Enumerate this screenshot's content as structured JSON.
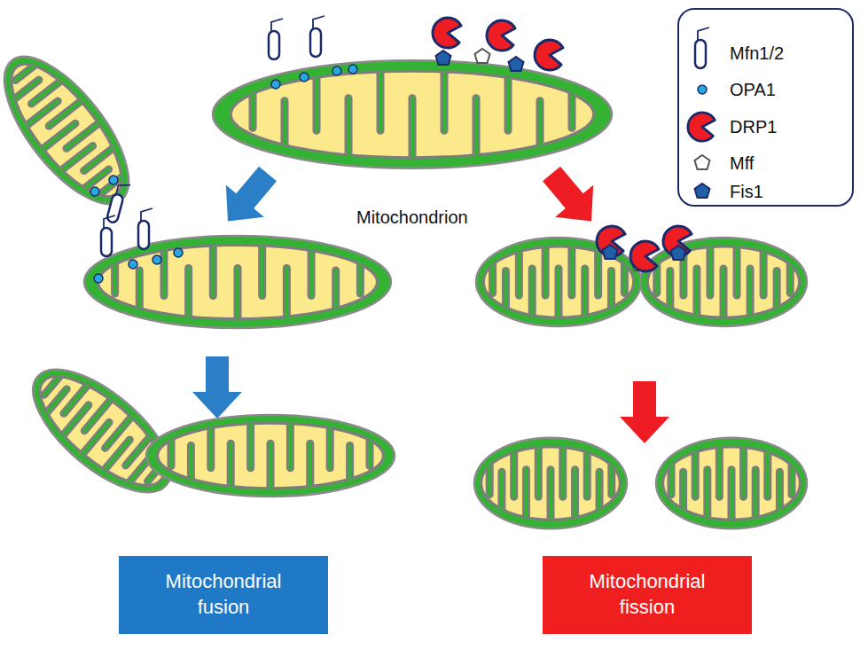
{
  "diagram": {
    "nodes": [
      {
        "text": [
          "Mitochondrial fusion"
        ]
      },
      {
        "text": [
          "Mitochondrial fission"
        ]
      }
    ],
    "labels": [
      "Mitochondrion"
    ],
    "legend": [
      {
        "text": "Mfn1/2"
      },
      {
        "text": "OPA1"
      },
      {
        "text": "DRP1"
      },
      {
        "text": "Mff"
      },
      {
        "text": "Fis1"
      }
    ]
  }
}
